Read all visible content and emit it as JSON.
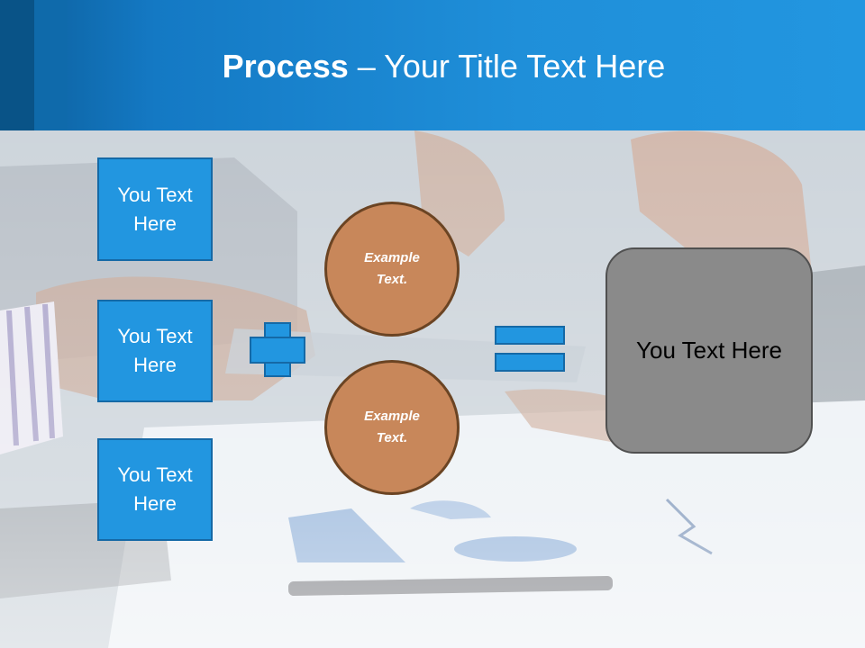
{
  "slide": {
    "title_bold": "Process",
    "title_rest": " – Your Title Text Here"
  },
  "inputs": [
    {
      "label": "You Text Here"
    },
    {
      "label": "You Text Here"
    },
    {
      "label": "You Text Here"
    }
  ],
  "circles": [
    {
      "label": "Example Text."
    },
    {
      "label": "Example Text."
    }
  ],
  "result": {
    "label": "You Text Here"
  },
  "colors": {
    "header_blue": "#1f8fd9",
    "box_blue": "#2296e0",
    "circle_brown": "#c8875a",
    "result_gray": "#8a8a8a"
  }
}
